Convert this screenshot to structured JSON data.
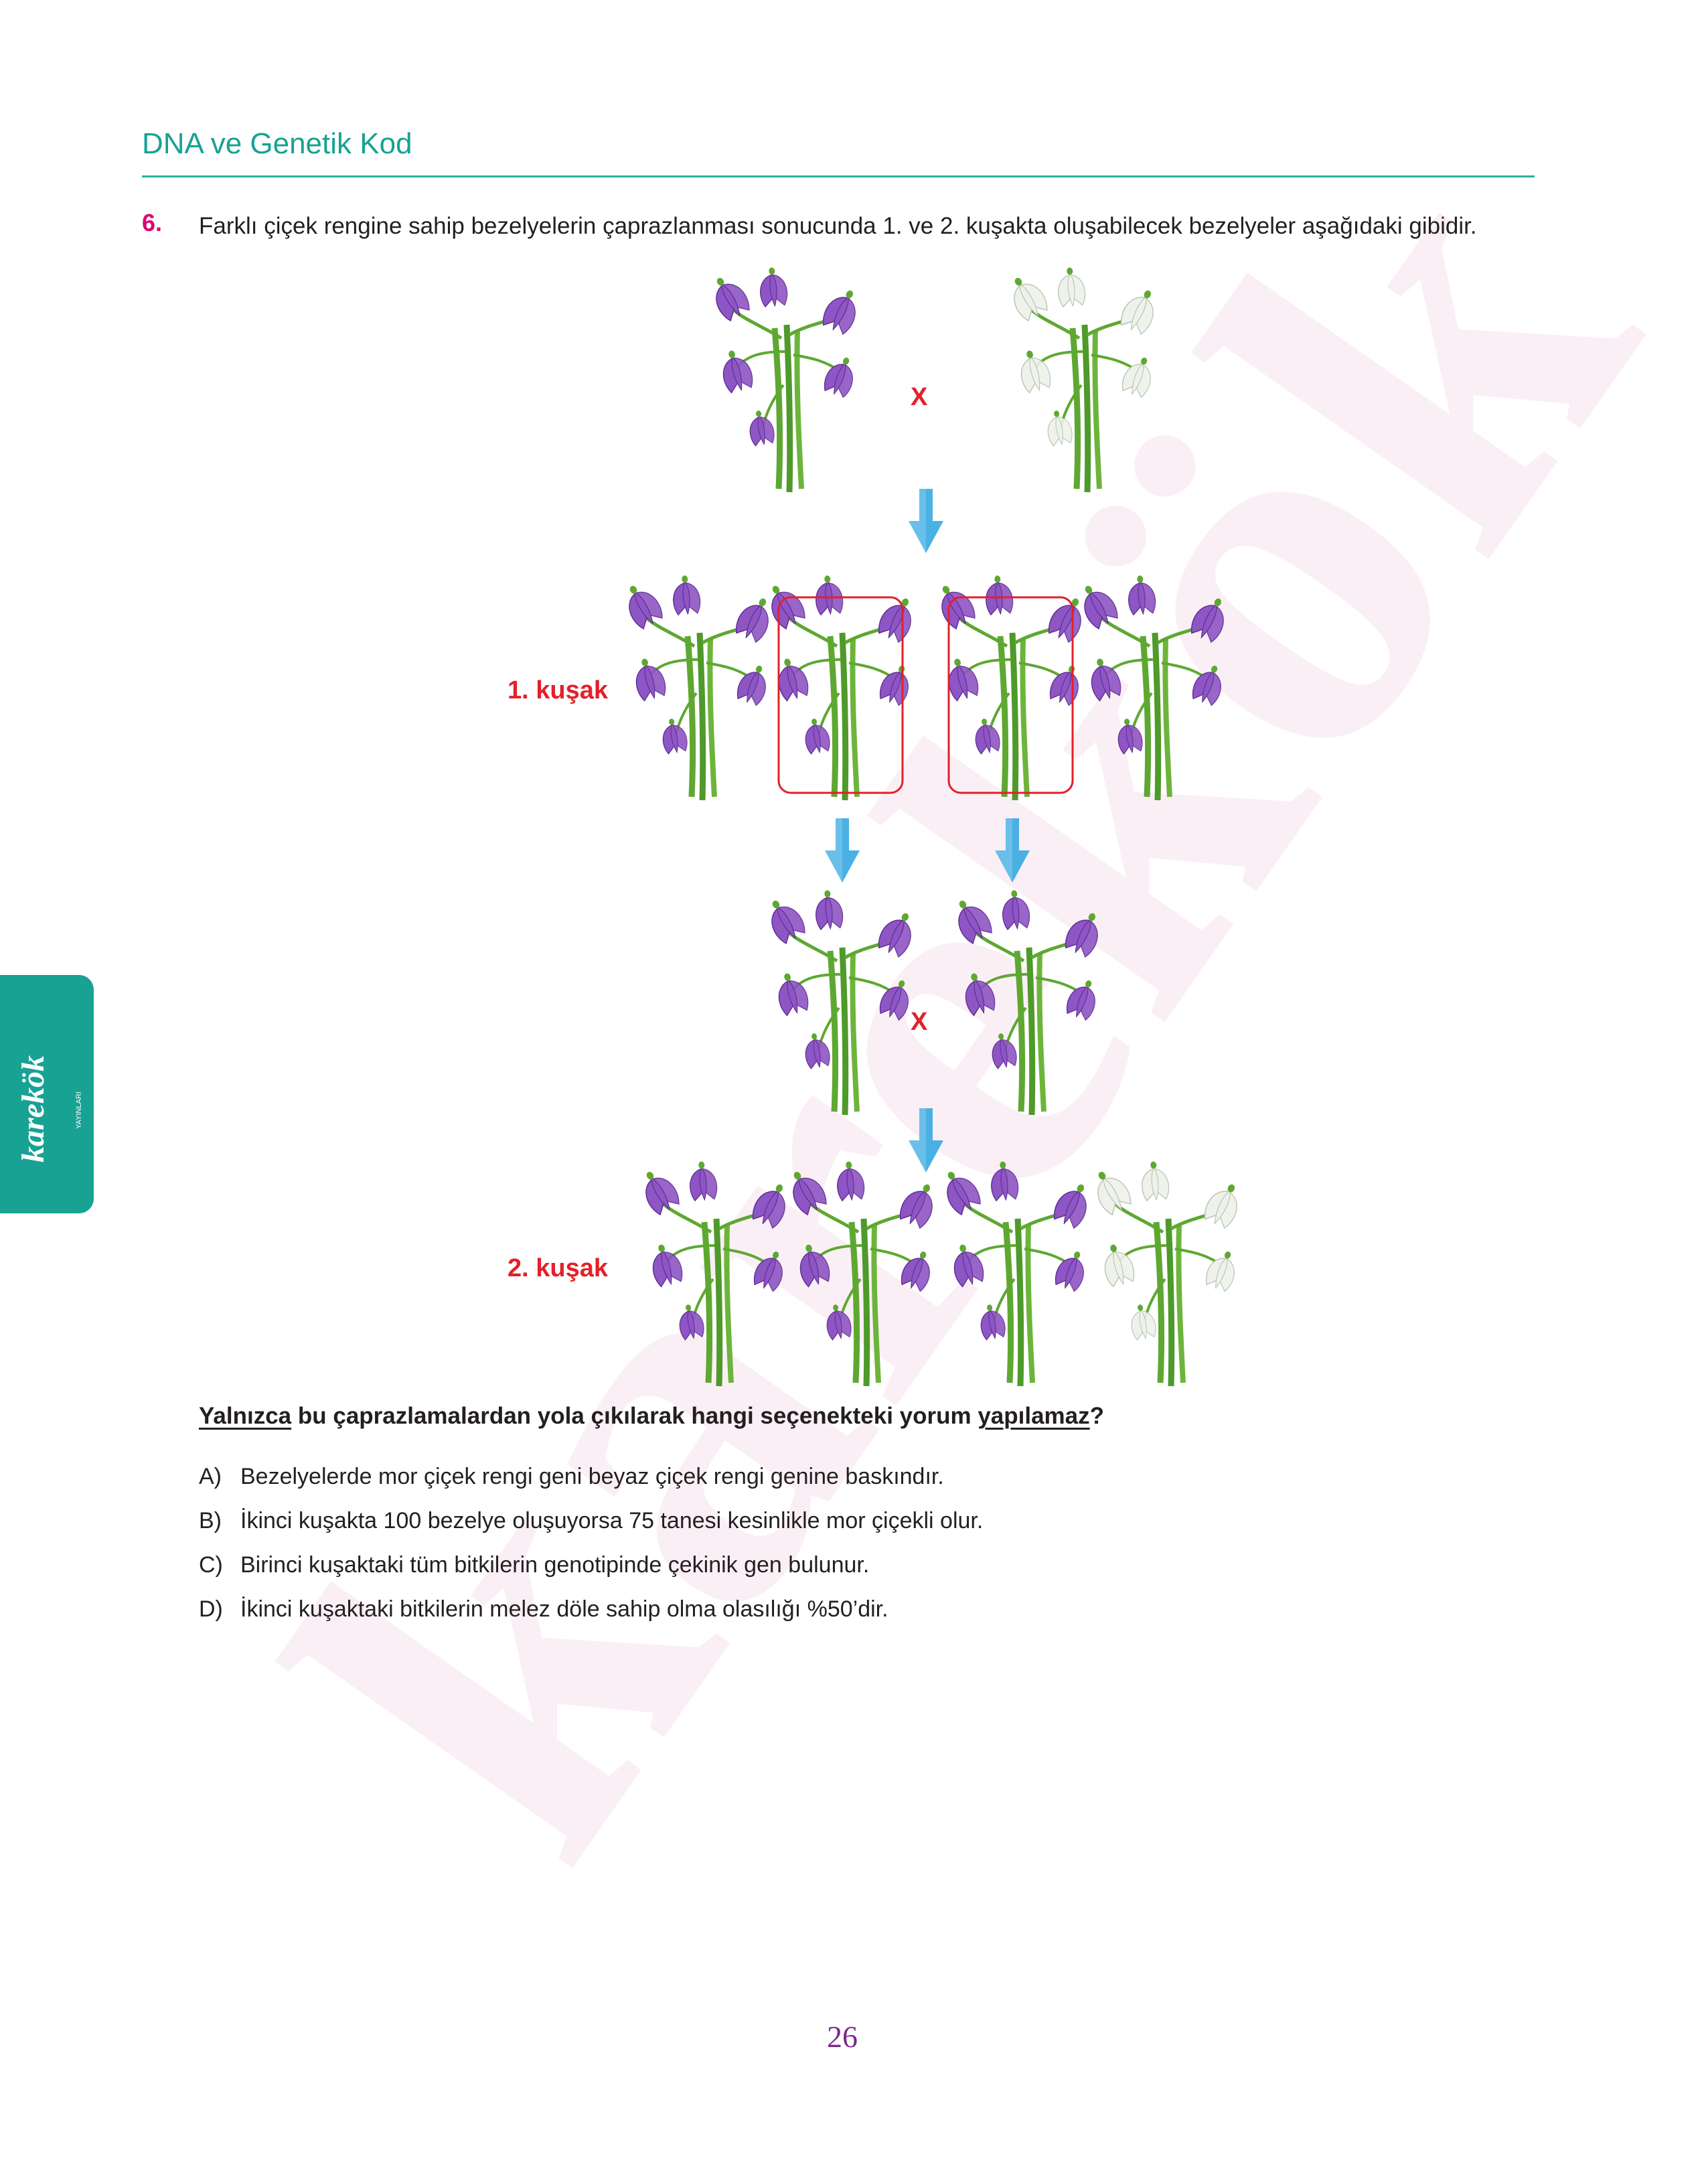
{
  "header": {
    "title": "DNA ve Genetik Kod"
  },
  "question": {
    "number": "6.",
    "text": "Farklı çiçek rengine sahip bezelyelerin çaprazlanması sonucunda 1. ve 2. kuşakta oluşabilecek bezelyeler aşağıdaki gibidir."
  },
  "diagram": {
    "cross_symbol": "X",
    "gen1_label": "1. kuşak",
    "gen2_label": "2. kuşak",
    "parents": [
      "purple",
      "white"
    ],
    "generation_1": [
      "purple",
      "purple",
      "purple",
      "purple"
    ],
    "generation_1_selected": [
      1,
      2
    ],
    "generation_2": [
      "purple",
      "purple",
      "purple",
      "white"
    ],
    "colors": {
      "purple_petal": "#8e55c4",
      "white_petal": "#eef2ea",
      "stem": "#5ea832",
      "arrow": "#36a9e1",
      "highlight_box": "#e3202a"
    }
  },
  "prompt": {
    "part1": "Yalnızca",
    "part2": " bu çaprazlamalardan yola çıkılarak hangi seçenekteki yorum ",
    "part3": "yapılamaz",
    "part4": "?"
  },
  "options": [
    {
      "letter": "A)",
      "text": "Bezelyelerde mor çiçek rengi geni beyaz çiçek rengi genine baskındır."
    },
    {
      "letter": "B)",
      "text": "İkinci kuşakta 100 bezelye oluşuyorsa 75 tanesi kesinlikle mor çiçekli olur."
    },
    {
      "letter": "C)",
      "text": "Birinci kuşaktaki tüm bitkilerin genotipinde çekinik gen bulunur."
    },
    {
      "letter": "D)",
      "text": "İkinci kuşaktaki bitkilerin melez döle sahip olma olasılığı %50’dir."
    }
  ],
  "side_tab": {
    "brand": "karekök",
    "sub": "YAYINLARI"
  },
  "watermark": "karekök",
  "page_number": "26"
}
